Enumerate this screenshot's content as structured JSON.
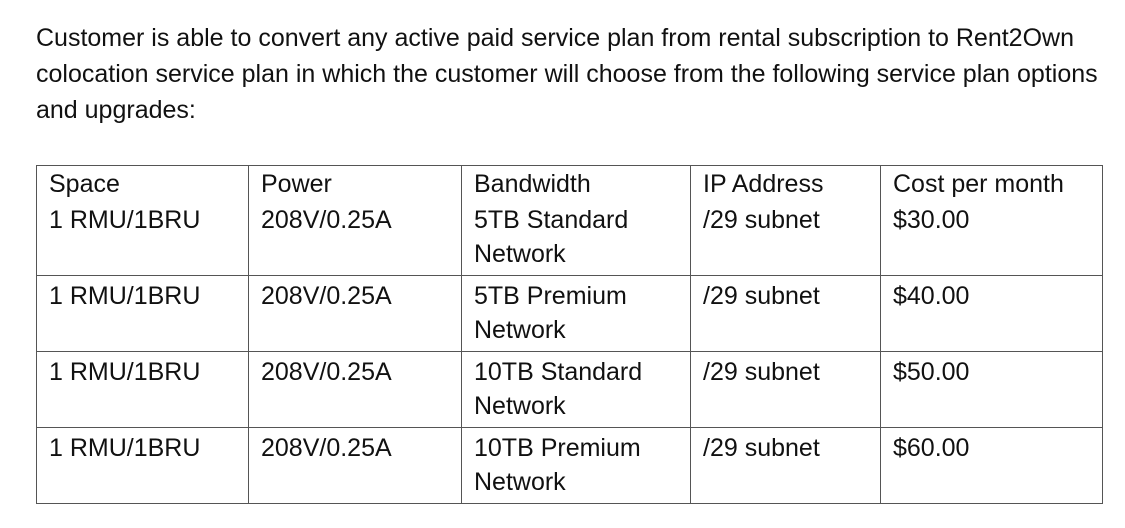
{
  "intro": {
    "text": "Customer is able to convert any active paid service plan from rental subscription to Rent2Own colocation service plan in which the customer will choose from the following service plan options and upgrades:"
  },
  "table": {
    "headers": [
      "Space",
      "Power",
      "Bandwidth",
      "IP Address",
      "Cost per month"
    ],
    "rows": [
      [
        "1 RMU/1BRU",
        "208V/0.25A",
        "5TB Standard Network",
        "/29 subnet",
        "$30.00"
      ],
      [
        "1 RMU/1BRU",
        "208V/0.25A",
        "5TB Premium Network",
        "/29 subnet",
        "$40.00"
      ],
      [
        "1 RMU/1BRU",
        "208V/0.25A",
        "10TB Standard Network",
        "/29 subnet",
        "$50.00"
      ],
      [
        "1 RMU/1BRU",
        "208V/0.25A",
        "10TB Premium Network",
        "/29 subnet",
        "$60.00"
      ]
    ]
  }
}
